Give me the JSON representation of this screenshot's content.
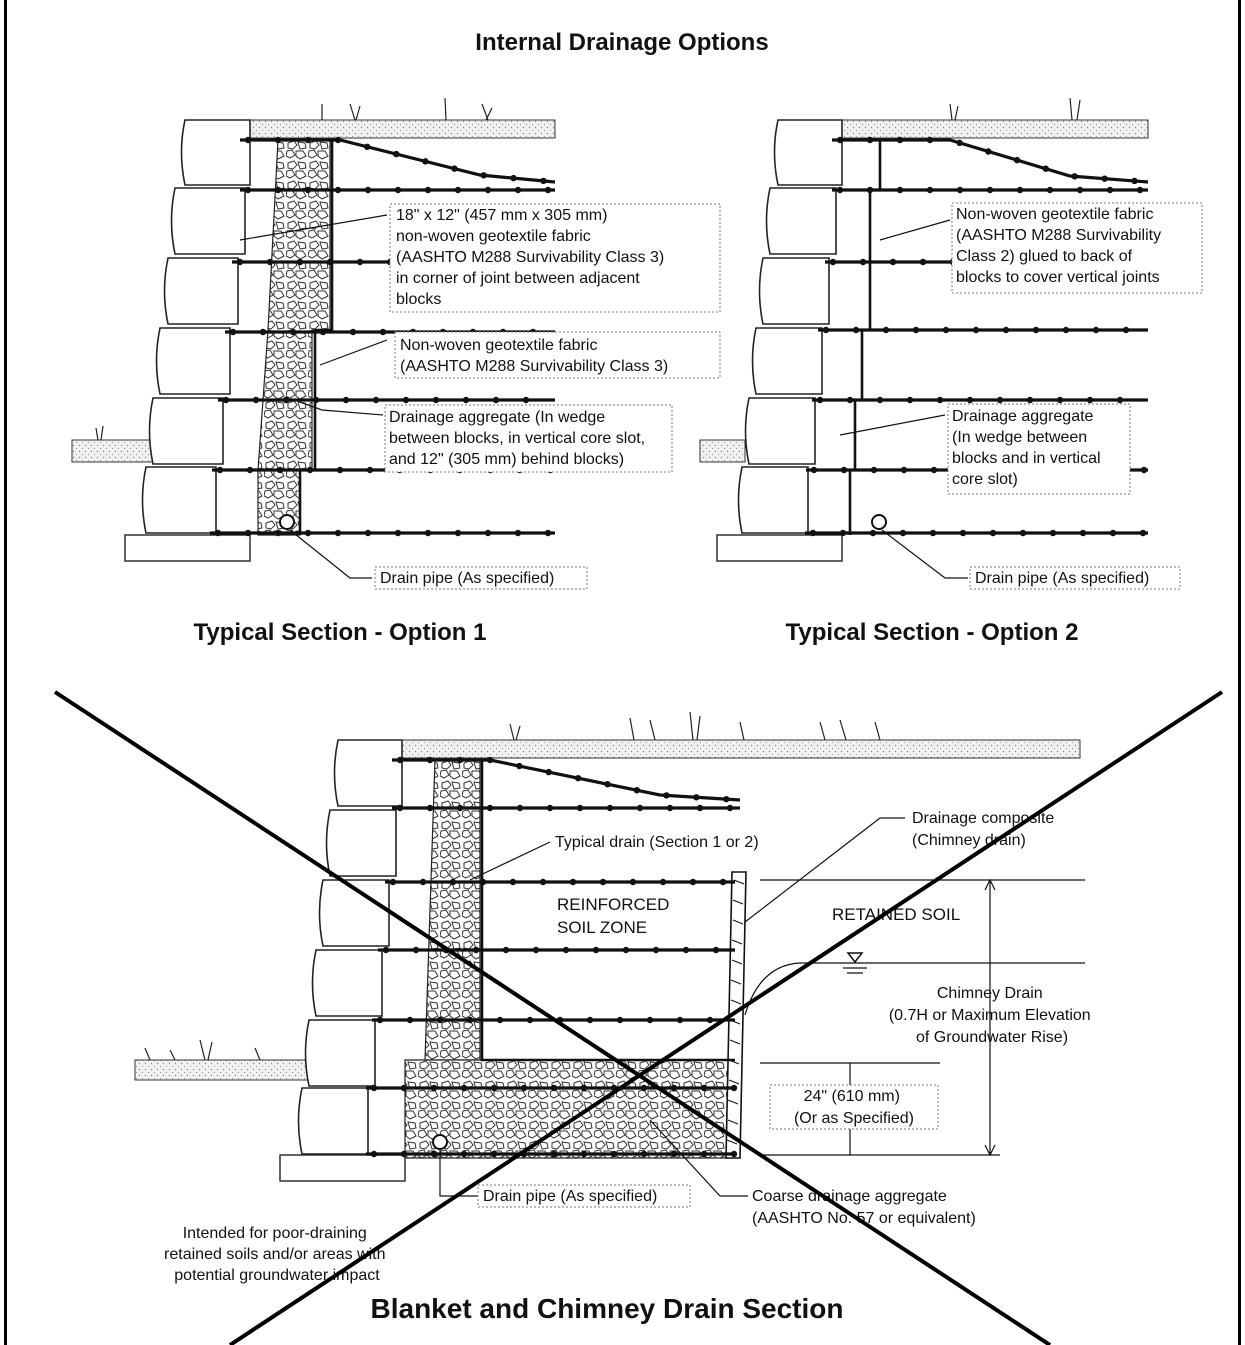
{
  "main_title": "Internal Drainage Options",
  "option1": {
    "title": "Typical Section - Option 1",
    "label_fabric_corner": [
      "18\" x 12\" (457 mm x 305 mm)",
      "non-woven geotextile fabric",
      "(AASHTO M288 Survivability Class 3)",
      "in corner of joint between adjacent",
      "blocks"
    ],
    "label_fabric": [
      "Non-woven geotextile fabric",
      "(AASHTO M288 Survivability Class 3)"
    ],
    "label_aggregate": [
      "Drainage aggregate (In wedge",
      "between blocks, in vertical core slot,",
      "and 12\" (305 mm) behind blocks)"
    ],
    "label_pipe": "Drain pipe (As specified)"
  },
  "option2": {
    "title": "Typical Section - Option 2",
    "label_fabric": [
      "Non-woven geotextile fabric",
      "(AASHTO M288 Survivability",
      "Class 2) glued to back of",
      "blocks to cover vertical joints"
    ],
    "label_aggregate": [
      "Drainage aggregate",
      "(In wedge between",
      "blocks and in vertical",
      "core slot)"
    ],
    "label_pipe": "Drain pipe (As specified)"
  },
  "blanket": {
    "title": "Blanket and Chimney Drain Section",
    "label_typical_drain": "Typical drain (Section 1 or 2)",
    "label_composite": [
      "Drainage composite",
      "(Chimney drain)"
    ],
    "label_reinforced": [
      "REINFORCED",
      "SOIL ZONE"
    ],
    "label_retained": "RETAINED SOIL",
    "label_chimney": [
      "Chimney Drain",
      "(0.7H or Maximum Elevation",
      "of Groundwater Rise)"
    ],
    "label_blanket_depth": [
      "24\" (610 mm)",
      "(Or as Specified)"
    ],
    "label_pipe": "Drain pipe (As specified)",
    "label_coarse": [
      "Coarse drainage aggregate",
      "(AASHTO No. 57 or equivalent)"
    ],
    "label_note": [
      "Intended for poor-draining",
      "retained soils and/or areas with",
      "potential groundwater impact"
    ]
  }
}
